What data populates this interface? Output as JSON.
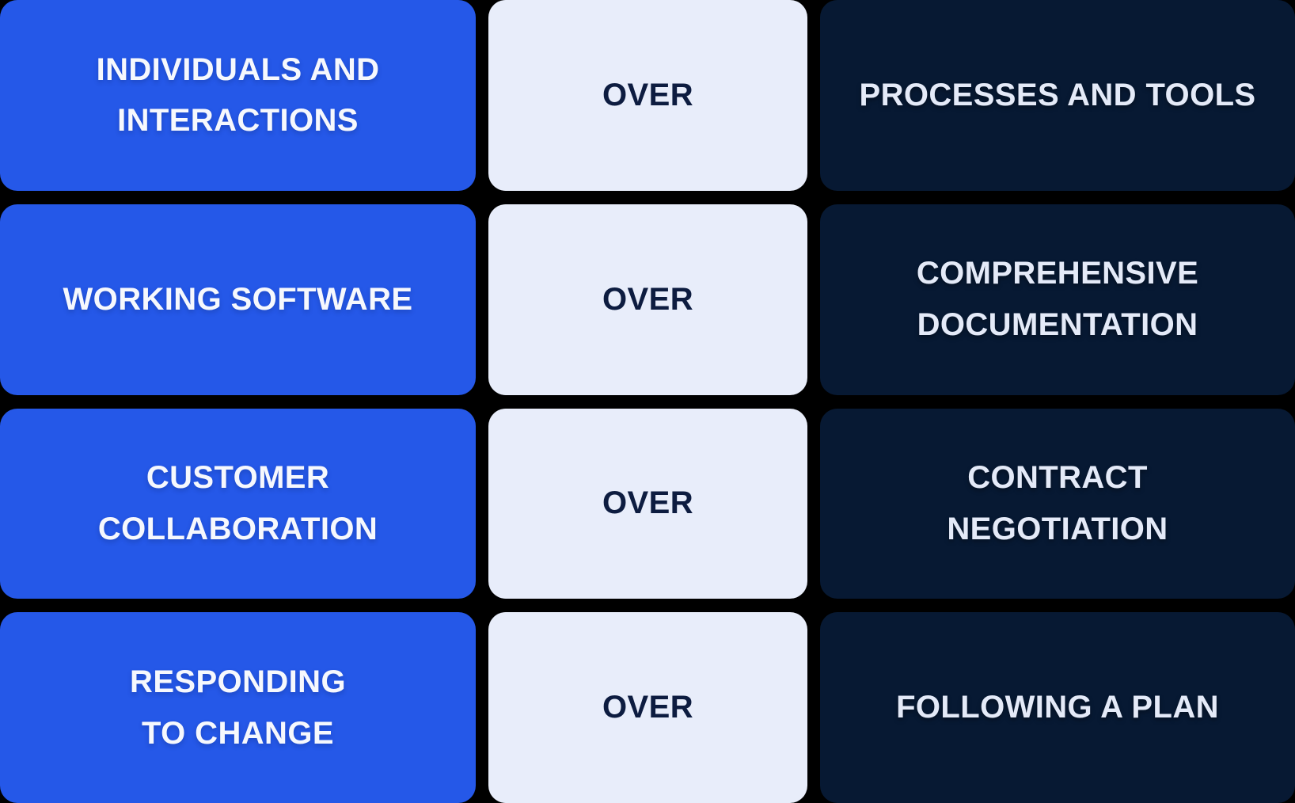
{
  "colors": {
    "page_background": "#000000",
    "valued_card_background": "#2558E8",
    "valued_card_text": "#F6F8FD",
    "over_card_background": "#E8EDFA",
    "over_card_text": "#0D1C40",
    "less_valued_card_background": "#071933",
    "less_valued_card_text": "#E4EAF8"
  },
  "rows": [
    {
      "left": "INDIVIDUALS AND\nINTERACTIONS",
      "over": "OVER",
      "right": "PROCESSES AND TOOLS"
    },
    {
      "left": "WORKING SOFTWARE",
      "over": "OVER",
      "right": "COMPREHENSIVE\nDOCUMENTATION"
    },
    {
      "left": "CUSTOMER\nCOLLABORATION",
      "over": "OVER",
      "right": "CONTRACT\nNEGOTIATION"
    },
    {
      "left": "RESPONDING\nTO CHANGE",
      "over": "OVER",
      "right": "FOLLOWING A PLAN"
    }
  ]
}
